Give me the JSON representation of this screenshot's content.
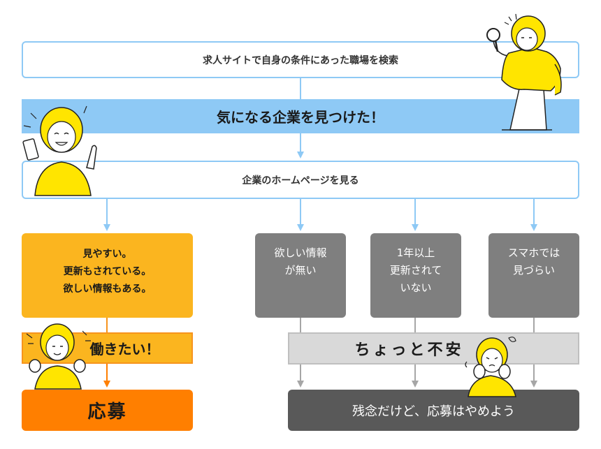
{
  "flow": {
    "search": "求人サイトで自身の条件にあった職場を検索",
    "found": "気になる企業を見つけた！",
    "homepage": "企業のホームページを見る"
  },
  "good_case": {
    "lines": [
      "見やすい。",
      "更新もされている。",
      "欲しい情報もある。"
    ],
    "feeling": "働きたい！",
    "result": "応募"
  },
  "bad_cases": [
    {
      "lines": [
        "欲しい情報",
        "が無い"
      ]
    },
    {
      "lines": [
        "1年以上",
        "更新されて",
        "いない"
      ]
    },
    {
      "lines": [
        "スマホでは",
        "見づらい"
      ]
    }
  ],
  "bad_result": {
    "feeling": "ちょっと不安",
    "result": "残念だけど、応募はやめよう"
  },
  "colors": {
    "light_blue": "#8ec9f5",
    "orange": "#fbb51f",
    "deep_orange": "#ff7f00",
    "gray": "#7f7f7f",
    "dark_gray": "#595959",
    "yellow_figure": "#ffe500"
  }
}
